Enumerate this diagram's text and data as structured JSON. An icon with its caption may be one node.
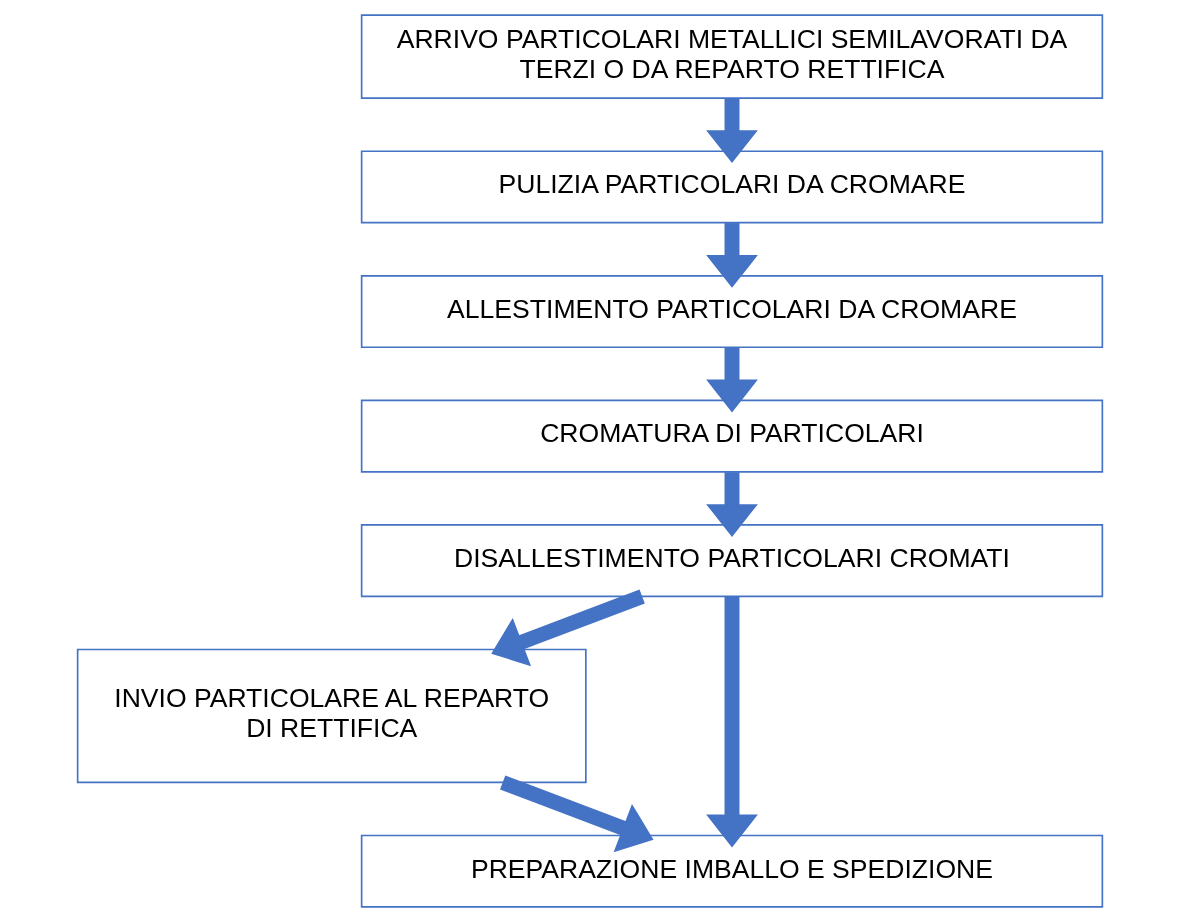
{
  "diagram": {
    "nodes": [
      {
        "text": [
          "ARRIVO PARTICOLARI METALLICI SEMILAVORATI DA TERZI O DA REPARTO RETTIFICA"
        ]
      },
      {
        "text": [
          "PULIZIA PARTICOLARI DA CROMARE"
        ]
      },
      {
        "text": [
          "ALLESTIMENTO PARTICOLARI DA CROMARE"
        ]
      },
      {
        "text": [
          "CROMATURA DI PARTICOLARI"
        ]
      },
      {
        "text": [
          "DISALLESTIMENTO PARTICOLARI CROMATI"
        ]
      },
      {
        "text": [
          "INVIO PARTICOLARE AL REPARTO DI RETTIFICA"
        ]
      },
      {
        "text": [
          "PREPARAZIONE IMBALLO E SPEDIZIONE"
        ]
      }
    ],
    "edges": [
      {
        "from": 0,
        "to": 1,
        "arrow": "to"
      },
      {
        "from": 1,
        "to": 2,
        "arrow": "to"
      },
      {
        "from": 2,
        "to": 3,
        "arrow": "to"
      },
      {
        "from": 3,
        "to": 4,
        "arrow": "to"
      },
      {
        "from": 4,
        "to": 6,
        "arrow": "to"
      },
      {
        "from": 4,
        "to": 5,
        "arrow": "to"
      },
      {
        "from": 5,
        "to": 6,
        "arrow": "to"
      }
    ]
  }
}
